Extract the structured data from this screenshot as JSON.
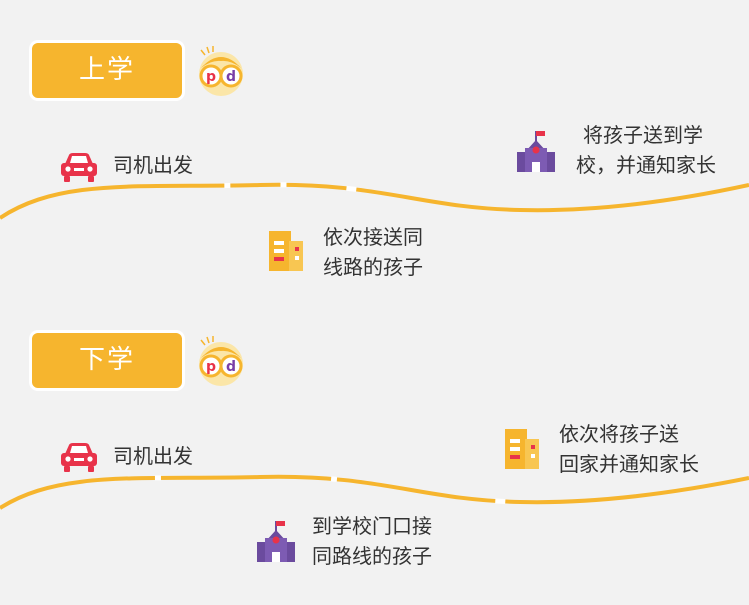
{
  "sections": [
    {
      "tab_label": "上学",
      "step1": "司机出发",
      "step2_line1": "依次接送同",
      "step2_line2": "线路的孩子",
      "step3_line1": "将孩子送到学",
      "step3_line2": "校，并通知家长"
    },
    {
      "tab_label": "下学",
      "step1": "司机出发",
      "step2_line1": "到学校门口接",
      "step2_line2": "同路线的孩子",
      "step3_line1": "依次将孩子送",
      "step3_line2": "回家并通知家长"
    }
  ],
  "logo_text": [
    "p",
    "d"
  ],
  "icons": {
    "car": "car-icon",
    "building": "building-icon",
    "school": "school-icon"
  },
  "colors": {
    "accent": "#f6b52e",
    "road": "#f6b52e",
    "car": "#e8334a",
    "school": "#6b4b9e",
    "building": "#f6b52e",
    "background": "#f2f2f2"
  }
}
